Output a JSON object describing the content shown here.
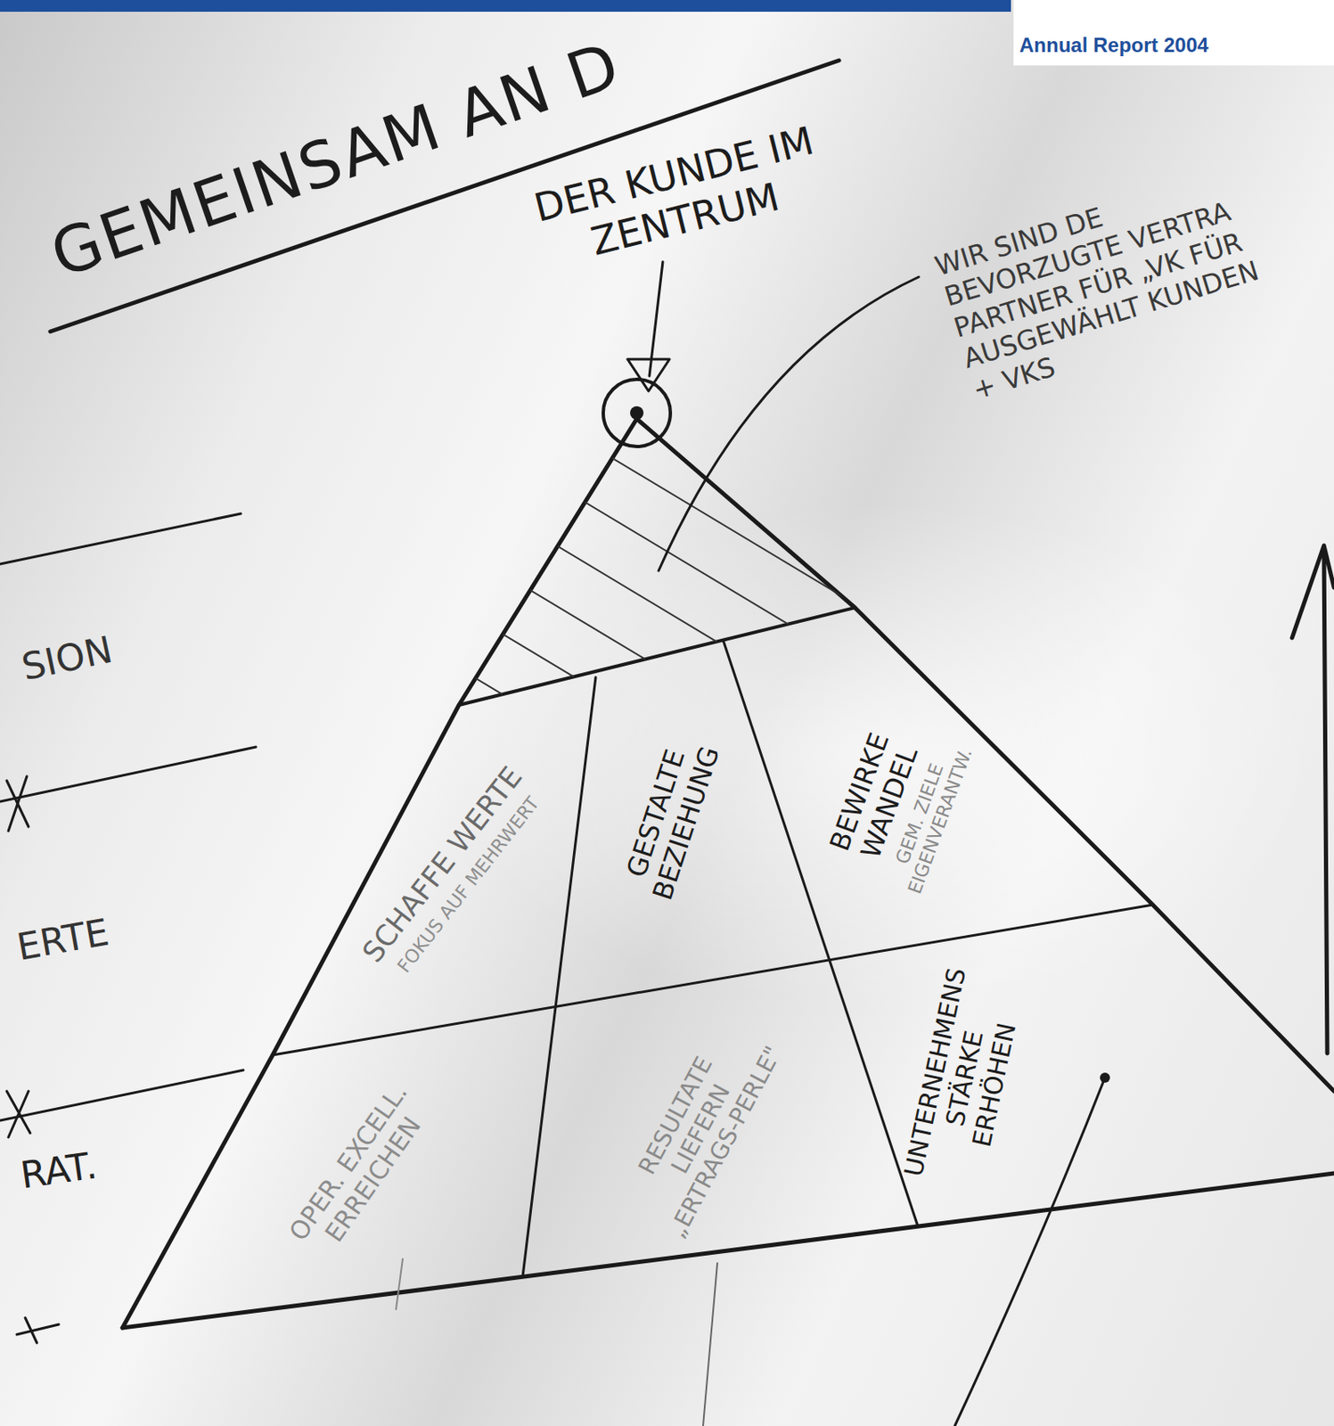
{
  "diagram": {
    "title": "GEMEINSAM AN D",
    "nodes": [
      {
        "text": [
          "SCHAFFE WERTE",
          "FOKUS AUF MEHRWERT"
        ]
      },
      {
        "text": [
          "GESTALTE BEZIEHUNG"
        ]
      },
      {
        "text": [
          "BEWIRKE WANDEL",
          "GEM. ZIELE EIGENVERANTW."
        ]
      },
      {
        "text": [
          "OPER. EXCELL. ERREICHEN"
        ]
      },
      {
        "text": [
          "RESULTATE LIEFERN „ERTRAGS-PERLE\""
        ]
      },
      {
        "text": [
          "UNTERNEHMENS STÄRKE ERHÖHEN"
        ]
      }
    ],
    "labels": [
      "Annual Report 2004",
      "DER KUNDE IM ZENTRUM",
      "WIR SIND DE BEVORZUGTE VERTRA PARTNER FÜR „VK FÜR AUSGEWÄHLT KUNDEN + VKS",
      "SION",
      "ERTE",
      "RAT."
    ]
  }
}
